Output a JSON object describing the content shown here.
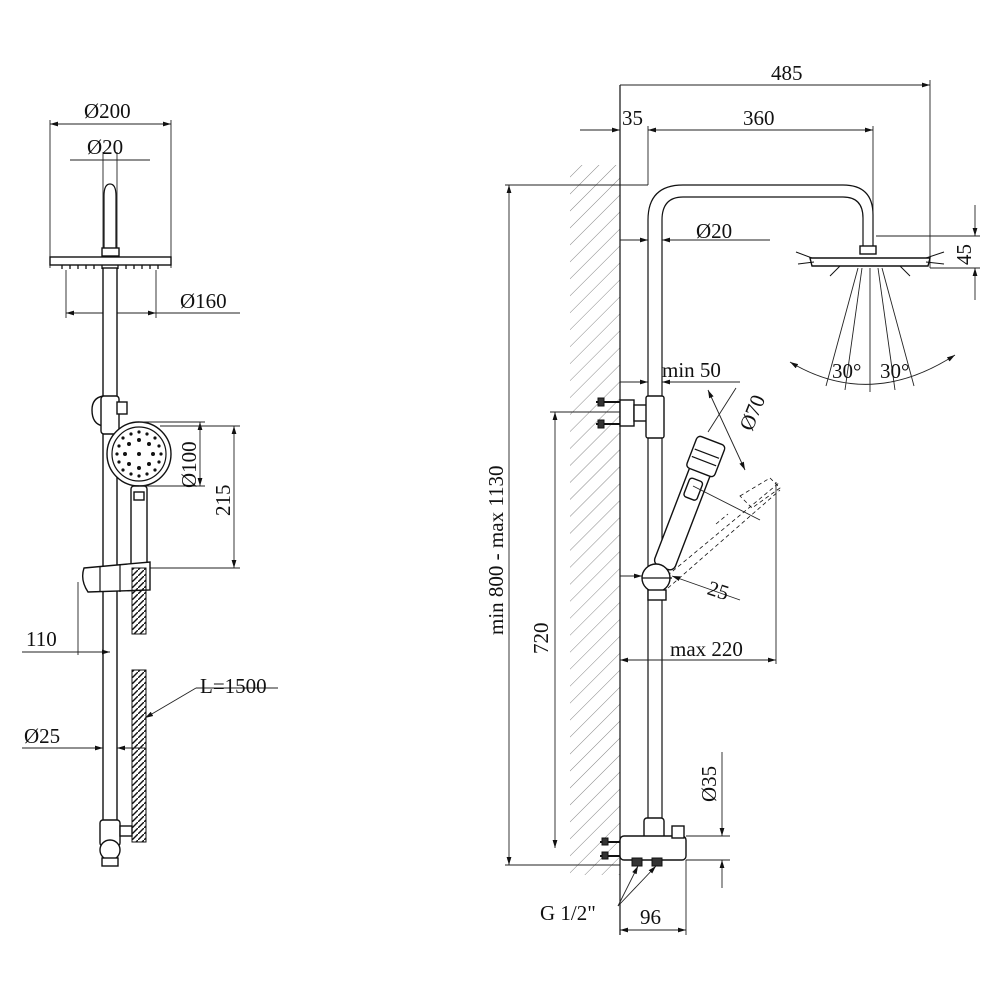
{
  "front_view": {
    "head_diameter": "Ø200",
    "arm_diameter": "Ø20",
    "head_inner_diameter": "Ø160",
    "hand_shower_diameter": "Ø100",
    "hand_to_holder": "215",
    "rail_offset": "110",
    "hose_length": "L=1500",
    "rail_diameter": "Ø25"
  },
  "side_view": {
    "total_reach": "485",
    "wall_offset": "35",
    "arm_length": "360",
    "arm_diameter": "Ø20",
    "head_height": "45",
    "spray_angle_left": "30°",
    "spray_angle_right": "30°",
    "bracket_offset": "min 50",
    "hand_diameter": "Ø70",
    "height_range": "min 800 - max 1130",
    "bracket_height": "720",
    "holder_offset": "25",
    "max_reach": "max 220",
    "mixer_diameter": "Ø35",
    "connection_thread": "G 1/2\"",
    "mixer_depth": "96"
  }
}
